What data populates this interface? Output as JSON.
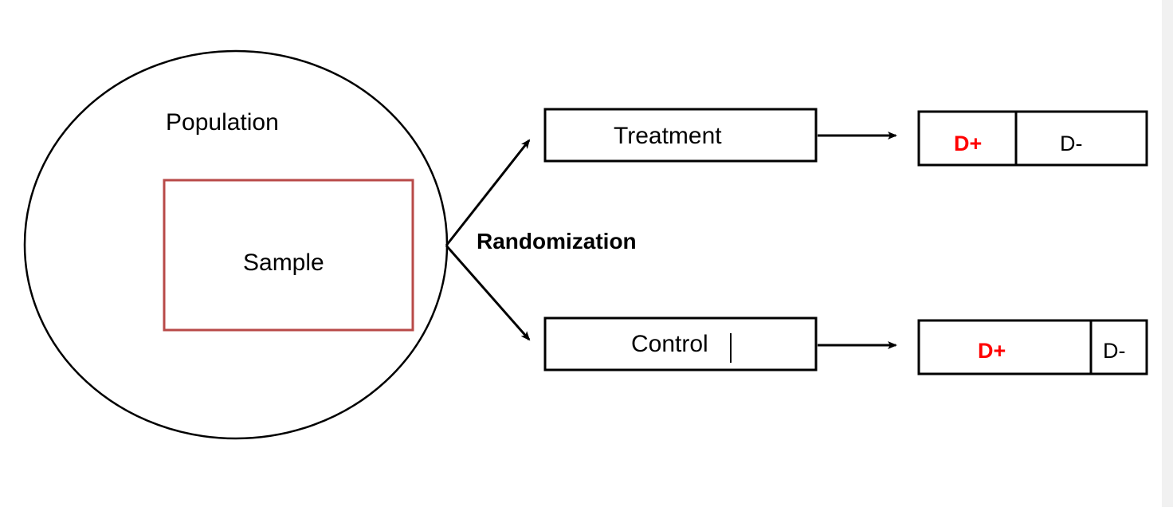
{
  "diagram": {
    "population_label": "Population",
    "sample_label": "Sample",
    "randomization_label": "Randomization",
    "treatment_label": "Treatment",
    "control_label": "Control",
    "treatment_outcome": {
      "positive": "D+",
      "negative": "D-"
    },
    "control_outcome": {
      "positive": "D+",
      "negative": "D-"
    },
    "colors": {
      "stroke": "#000000",
      "sample_border": "#b84a48",
      "positive_text": "#ff0000",
      "text": "#000000"
    }
  }
}
